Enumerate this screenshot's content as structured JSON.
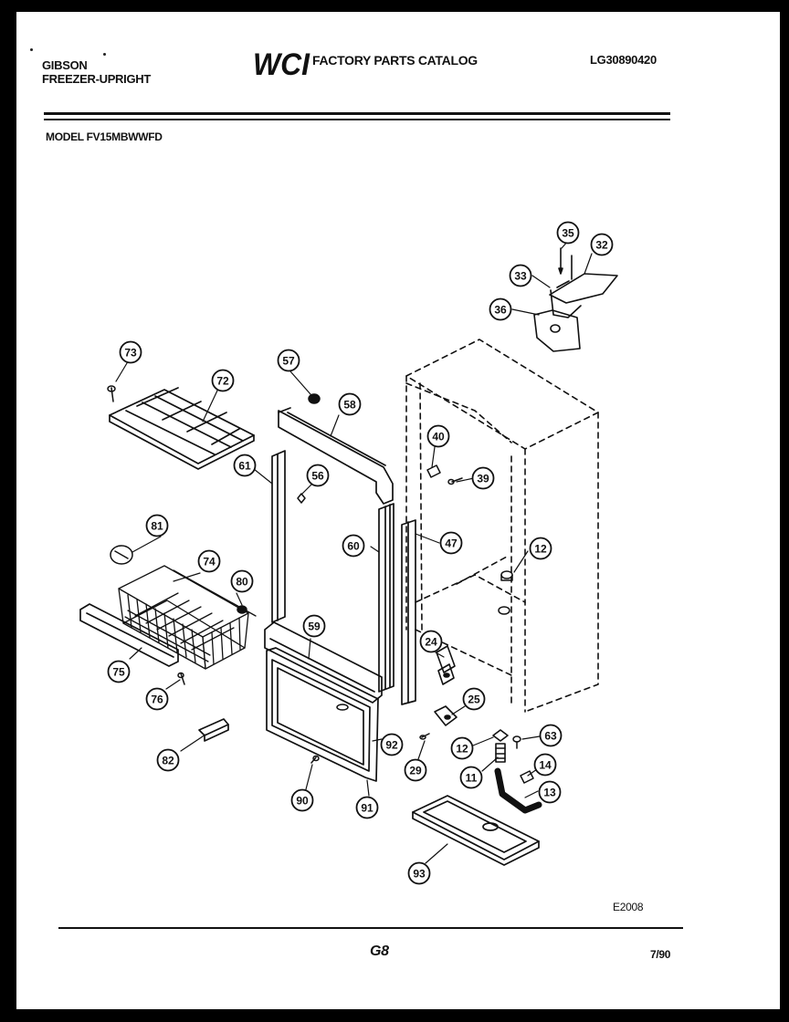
{
  "header": {
    "brand": "GIBSON",
    "product_type": "FREEZER-UPRIGHT",
    "logo_text": "WCI",
    "catalog_title": "FACTORY PARTS CATALOG",
    "document_number": "LG30890420",
    "model_line": "MODEL FV15MBWWFD"
  },
  "callouts": [
    {
      "id": "c35",
      "label": "35"
    },
    {
      "id": "c32",
      "label": "32"
    },
    {
      "id": "c33",
      "label": "33"
    },
    {
      "id": "c36",
      "label": "36"
    },
    {
      "id": "c73",
      "label": "73"
    },
    {
      "id": "c72",
      "label": "72"
    },
    {
      "id": "c57",
      "label": "57"
    },
    {
      "id": "c58",
      "label": "58"
    },
    {
      "id": "c40",
      "label": "40"
    },
    {
      "id": "c61",
      "label": "61"
    },
    {
      "id": "c56",
      "label": "56"
    },
    {
      "id": "c39",
      "label": "39"
    },
    {
      "id": "c81",
      "label": "81"
    },
    {
      "id": "c74",
      "label": "74"
    },
    {
      "id": "c60a",
      "label": "60"
    },
    {
      "id": "c47",
      "label": "47"
    },
    {
      "id": "c12a",
      "label": "12"
    },
    {
      "id": "c80",
      "label": "80"
    },
    {
      "id": "c59",
      "label": "59"
    },
    {
      "id": "c24",
      "label": "24"
    },
    {
      "id": "c75",
      "label": "75"
    },
    {
      "id": "c76",
      "label": "76"
    },
    {
      "id": "c25",
      "label": "25"
    },
    {
      "id": "c92",
      "label": "92"
    },
    {
      "id": "c12b",
      "label": "12"
    },
    {
      "id": "c63",
      "label": "63"
    },
    {
      "id": "c82",
      "label": "82"
    },
    {
      "id": "c29",
      "label": "29"
    },
    {
      "id": "c11",
      "label": "11"
    },
    {
      "id": "c14",
      "label": "14"
    },
    {
      "id": "c90",
      "label": "90"
    },
    {
      "id": "c91",
      "label": "91"
    },
    {
      "id": "c13",
      "label": "13"
    },
    {
      "id": "c93",
      "label": "93"
    }
  ],
  "footer": {
    "drawing_code": "E2008",
    "page_code": "G8",
    "date": "7/90"
  }
}
